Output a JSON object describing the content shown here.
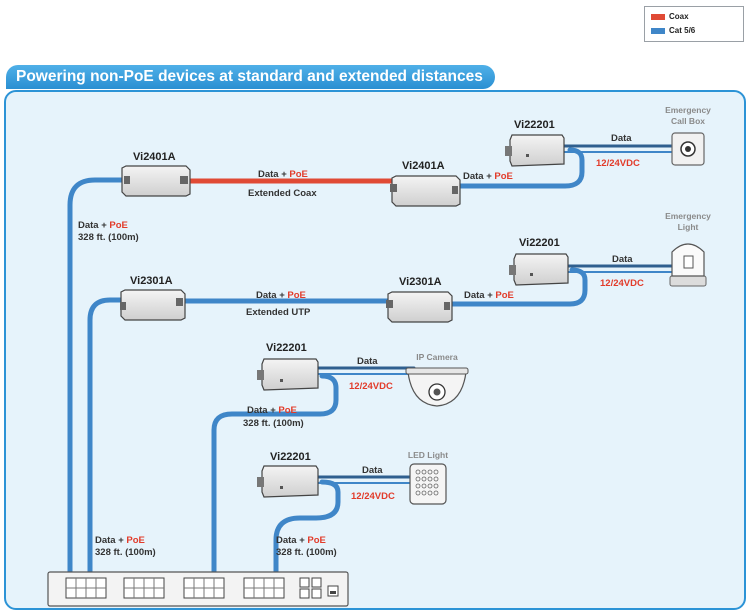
{
  "legend": {
    "coax": "Coax",
    "cat": "Cat 5/6",
    "coax_color": "#e04a35",
    "cat_color": "#3f86c8"
  },
  "title": "Powering non-PoE devices at standard and extended distances",
  "devices": {
    "vi2401a_left": "Vi2401A",
    "vi2401a_right": "Vi2401A",
    "vi2301a_left": "Vi2301A",
    "vi2301a_right": "Vi2301A",
    "vi22201_callbox": "Vi22201",
    "vi22201_light": "Vi22201",
    "vi22201_camera": "Vi22201",
    "vi22201_led": "Vi22201"
  },
  "endpoints": {
    "callbox": "Emergency Call Box",
    "callbox_line1": "Emergency",
    "callbox_line2": "Call Box",
    "light_line1": "Emergency",
    "light_line2": "Light",
    "camera": "IP Camera",
    "led": "LED Light"
  },
  "labels": {
    "data": "Data",
    "data_plus": "Data + ",
    "poe": "PoE",
    "extended_coax": "Extended Coax",
    "extended_utp": "Extended UTP",
    "distance": "328 ft. (100m)",
    "vdc": "12/24VDC"
  },
  "icons": [
    "switch-icon",
    "injector-icon",
    "call-box-icon",
    "beacon-light-icon",
    "dome-camera-icon",
    "led-panel-icon"
  ]
}
